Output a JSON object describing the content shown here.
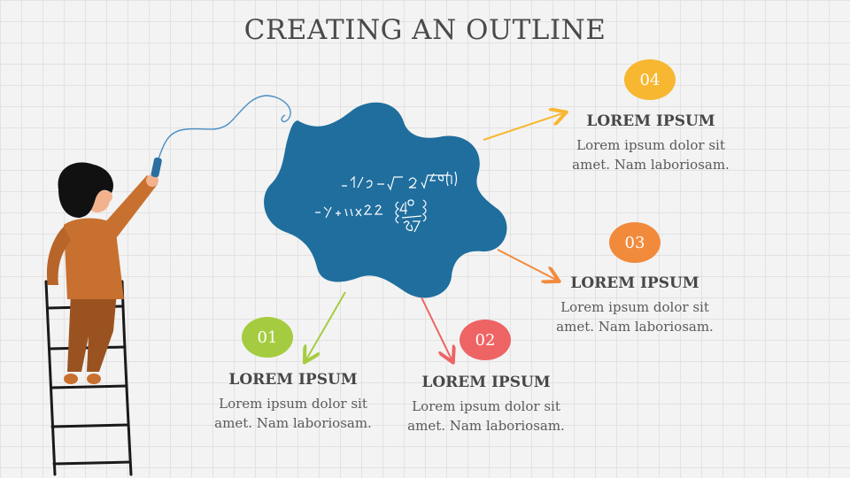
{
  "slide": {
    "title": "CREATING AN OUTLINE"
  },
  "items": [
    {
      "number": "01",
      "heading": "LOREM IPSUM",
      "line1": "Lorem ipsum dolor sit",
      "line2": "amet. Nam laboriosam.",
      "color": "#a5cc41"
    },
    {
      "number": "02",
      "heading": "LOREM IPSUM",
      "line1": "Lorem ipsum dolor sit",
      "line2": "amet. Nam laboriosam.",
      "color": "#ee6464"
    },
    {
      "number": "03",
      "heading": "LOREM IPSUM",
      "line1": "Lorem ipsum dolor sit",
      "line2": "amet. Nam laboriosam.",
      "color": "#f28a3c"
    },
    {
      "number": "04",
      "heading": "LOREM IPSUM",
      "line1": "Lorem ipsum dolor sit",
      "line2": "amet. Nam laboriosam.",
      "color": "#f7b731"
    }
  ],
  "blob": {
    "color": "#1f6e9e",
    "equations": [
      "-⁷⁄₁₀ - √4",
      "2√48(1)",
      "-y + 11x22",
      "{4° / 87}"
    ]
  },
  "colors": {
    "background": "#f3f3f3",
    "grid": "#e2e2e2",
    "jacket": "#c8702f",
    "pants": "#9a5320",
    "hair": "#111111",
    "skin": "#f2b28e"
  }
}
